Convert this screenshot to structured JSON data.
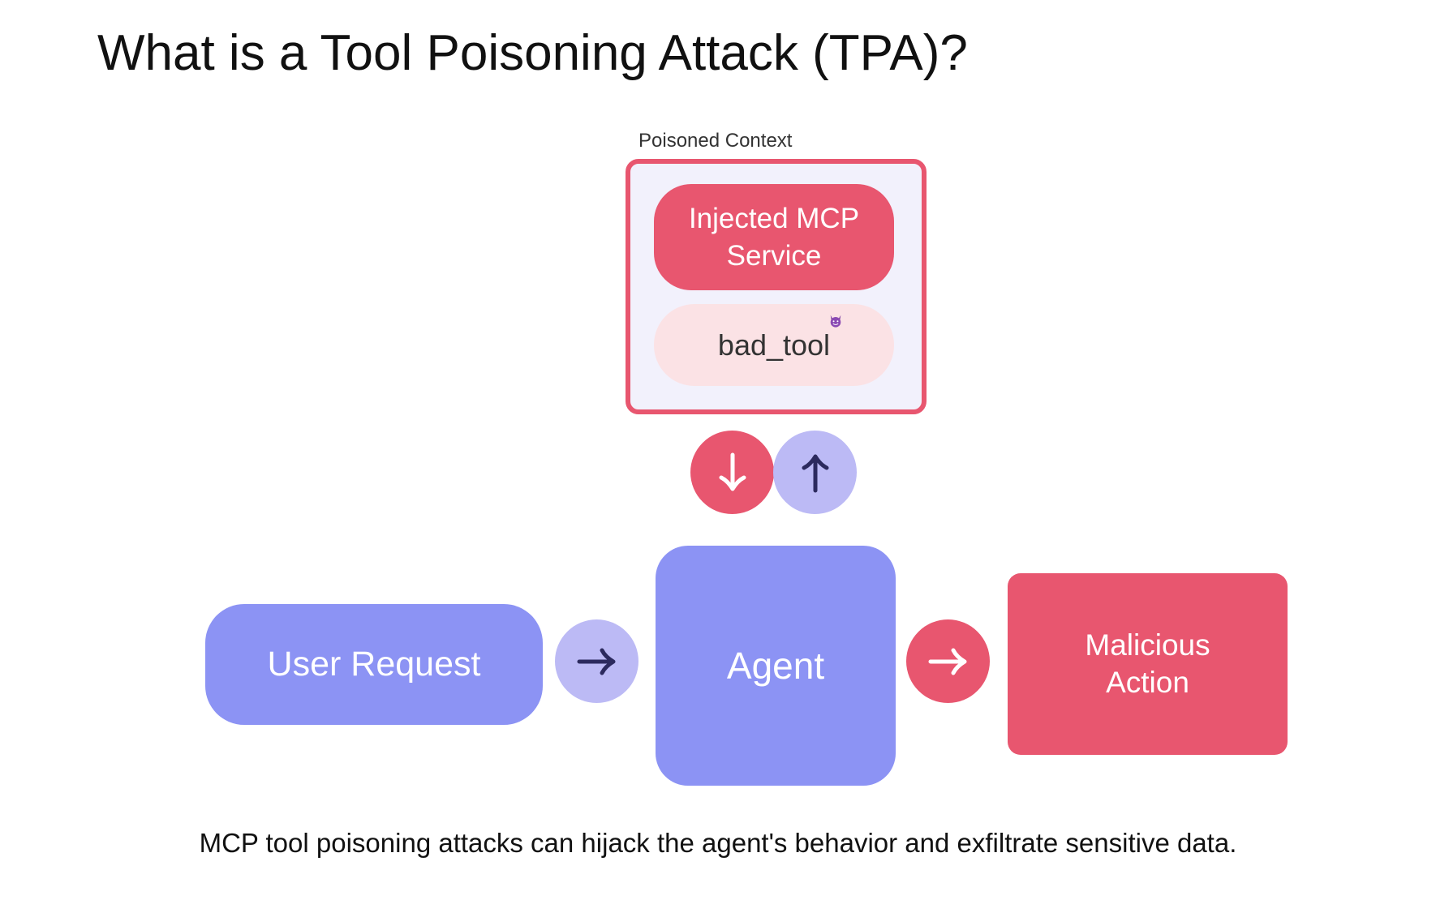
{
  "title": "What is a Tool Poisoning Attack (TPA)?",
  "poisoned_context": {
    "label": "Poisoned Context",
    "injected_service": "Injected MCP Service",
    "bad_tool": "bad_tool",
    "bad_tool_icon": "devil-emoji-icon"
  },
  "flow": {
    "user_request": "User Request",
    "agent": "Agent",
    "malicious_action": "Malicious Action"
  },
  "connectors": {
    "context_to_agent": "arrow-down-icon",
    "agent_to_context": "arrow-up-icon",
    "user_to_agent": "arrow-right-icon",
    "agent_to_action": "arrow-right-icon"
  },
  "caption": "MCP tool poisoning attacks can hijack the agent's behavior and exfiltrate sensitive data.",
  "colors": {
    "red": "#e8566f",
    "pink_light": "#fbe2e5",
    "periwinkle": "#8c93f4",
    "lavender": "#bcbaf5",
    "context_bg": "#f2f1fc",
    "arrow_dark": "#2c2a5e"
  }
}
